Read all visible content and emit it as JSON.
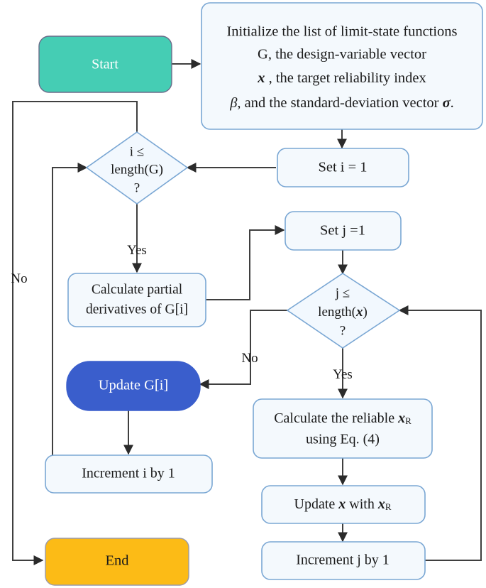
{
  "diagram": {
    "type": "flowchart",
    "title": "Reliability-based design optimization flowchart",
    "colors": {
      "start_fill": "#45cdb4",
      "end_fill": "#fcbb16",
      "update_fill": "#3a5ecc",
      "process_fill": "#f4f9fd",
      "process_stroke": "#7aa7d4",
      "connector": "#3f3f3f",
      "text": "#1a1a1a"
    },
    "nodes": [
      {
        "id": "start",
        "shape": "rounded-rect",
        "label": "Start",
        "lines": [
          "Start"
        ]
      },
      {
        "id": "initialize",
        "shape": "rounded-rect",
        "label": "Initialize the list of limit-state functions G, the design-variable vector x, the target reliability index β, and the standard-deviation vector σ.",
        "lines": [
          "Initialize the list of limit-state functions",
          "G, the design-variable vector",
          "x , the target reliability index",
          "β, and the standard-deviation vector σ."
        ],
        "line1": "Initialize the list of limit-state functions",
        "line2": "G, the design-variable vector",
        "line3_pre": "",
        "line3_var": "x",
        "line3_post": " , the target reliability index",
        "line4_beta": "β",
        "line4_mid": ", and the standard-deviation vector ",
        "line4_sigma": "σ",
        "line4_end": "."
      },
      {
        "id": "set-i",
        "shape": "rounded-rect",
        "label": "Set i = 1",
        "lines": [
          "Set i = 1"
        ]
      },
      {
        "id": "check-i",
        "shape": "diamond",
        "label": "i ≤ length(G) ?",
        "lines": [
          "i ≤",
          "length(G)",
          "?"
        ]
      },
      {
        "id": "calc-partial",
        "shape": "rounded-rect",
        "label": "Calculate partial derivatives of G[i]",
        "lines": [
          "Calculate partial",
          "derivatives of G[i]"
        ]
      },
      {
        "id": "set-j",
        "shape": "rounded-rect",
        "label": "Set j =1",
        "lines": [
          "Set j =1"
        ]
      },
      {
        "id": "check-j",
        "shape": "diamond",
        "label": "j ≤ length(x) ?",
        "lines": [
          "j ≤",
          "length(x)",
          "?"
        ],
        "line1": "j ≤",
        "line2_pre": "length(",
        "line2_var": "x",
        "line2_post": ")",
        "line3": "?"
      },
      {
        "id": "calc-reliable",
        "shape": "rounded-rect",
        "label": "Calculate the reliable xR using Eq. (4)",
        "lines": [
          "Calculate the reliable xR",
          "using  Eq. (4)"
        ],
        "line1_pre": "Calculate the reliable ",
        "line1_var": "x",
        "line1_sub": "R",
        "line2": "using  Eq. (4)"
      },
      {
        "id": "update-x",
        "shape": "rounded-rect",
        "label": "Update x with xR",
        "lines": [
          "Update x with xR"
        ],
        "pre": "Update ",
        "var1": "x",
        "mid": " with ",
        "var2": "x",
        "sub": "R"
      },
      {
        "id": "increment-j",
        "shape": "rounded-rect",
        "label": "Increment j by 1",
        "lines": [
          "Increment j by 1"
        ]
      },
      {
        "id": "update-g",
        "shape": "stadium",
        "label": "Update G[i]",
        "lines": [
          "Update G[i]"
        ]
      },
      {
        "id": "increment-i",
        "shape": "rounded-rect",
        "label": "Increment i by 1",
        "lines": [
          "Increment i by 1"
        ]
      },
      {
        "id": "end",
        "shape": "rounded-rect",
        "label": "End",
        "lines": [
          "End"
        ]
      }
    ],
    "edge_labels": {
      "no_i": "No",
      "yes_i": "Yes",
      "no_j": "No",
      "yes_j": "Yes"
    },
    "edges": [
      {
        "from": "start",
        "to": "initialize",
        "label": ""
      },
      {
        "from": "initialize",
        "to": "set-i",
        "label": ""
      },
      {
        "from": "set-i",
        "to": "check-i",
        "label": ""
      },
      {
        "from": "check-i",
        "to": "calc-partial",
        "label": "Yes"
      },
      {
        "from": "check-i",
        "to": "end",
        "label": "No"
      },
      {
        "from": "calc-partial",
        "to": "set-j",
        "label": ""
      },
      {
        "from": "set-j",
        "to": "check-j",
        "label": ""
      },
      {
        "from": "check-j",
        "to": "calc-reliable",
        "label": "Yes"
      },
      {
        "from": "check-j",
        "to": "update-g",
        "label": "No"
      },
      {
        "from": "calc-reliable",
        "to": "update-x",
        "label": ""
      },
      {
        "from": "update-x",
        "to": "increment-j",
        "label": ""
      },
      {
        "from": "increment-j",
        "to": "check-j",
        "label": ""
      },
      {
        "from": "update-g",
        "to": "increment-i",
        "label": ""
      },
      {
        "from": "increment-i",
        "to": "check-i",
        "label": ""
      }
    ]
  }
}
